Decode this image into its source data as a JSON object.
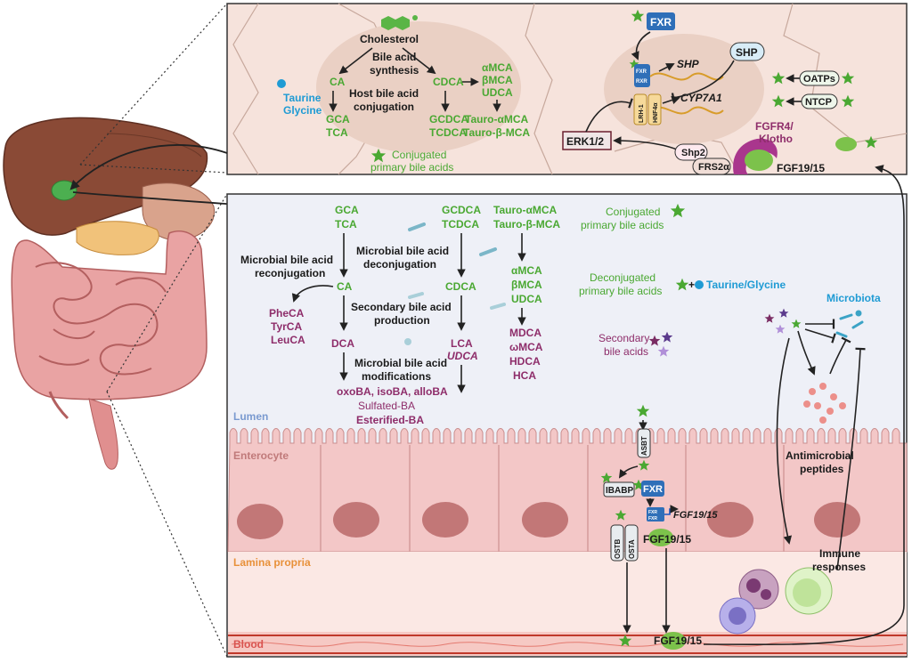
{
  "liver_panel": {
    "cholesterol": "Cholesterol",
    "synthesis": [
      "Bile acid",
      "synthesis"
    ],
    "ca": "CA",
    "cdca": "CDCA",
    "muricholic": [
      "αMCA",
      "βMCA",
      "UDCA"
    ],
    "host_conjugation": [
      "Host bile acid",
      "conjugation"
    ],
    "taurine": "Taurine",
    "glycine": "Glycine",
    "gca": "GCA",
    "tca": "TCA",
    "gcdca": "GCDCA",
    "tcdca": "TCDCA",
    "tauro_mca": [
      "Tauro-αMCA",
      "Tauro-β-MCA"
    ],
    "conjugated": [
      "Conjugated",
      "primary bile acids"
    ],
    "fxr": "FXR",
    "fxr_small": "FXR",
    "rxr_small": "RXR",
    "shp_gene": "SHP",
    "shp": "SHP",
    "lrh1": "LRH-1",
    "hnf4a": "HNF4α",
    "cyp7a1": "CYP7A1",
    "erk": "ERK1/2",
    "shp2": "Shp2",
    "frs2a": "FRS2α",
    "fgfr4": [
      "FGFR4/",
      "Klotho"
    ],
    "fgf_receptor": "FGF19/15",
    "oatps": "OATPs",
    "ntcp": "NTCP"
  },
  "gut_panel": {
    "gca": "GCA",
    "tca": "TCA",
    "gcdca": "GCDCA",
    "tcdca": "TCDCA",
    "tauro_mca": [
      "Tauro-αMCA",
      "Tauro-β-MCA"
    ],
    "deconjugation": [
      "Microbial bile acid",
      "deconjugation"
    ],
    "reconjugation": [
      "Microbial bile acid",
      "reconjugation"
    ],
    "ca": "CA",
    "cdca": "CDCA",
    "muricholic": [
      "αMCA",
      "βMCA",
      "UDCA"
    ],
    "reconjugated": [
      "PheCA",
      "TyrCA",
      "LeuCA"
    ],
    "secondary_production": [
      "Secondary bile acid",
      "production"
    ],
    "dca": "DCA",
    "lca": "LCA",
    "udca": "UDCA",
    "mdca_group": [
      "MDCA",
      "ωMCA",
      "HDCA",
      "HCA"
    ],
    "modifications": [
      "Microbial bile acid",
      "modifications"
    ],
    "modified": [
      "oxoBA, isoBA, alloBA",
      "Sulfated-BA",
      "Esterified-BA"
    ],
    "legend_conjugated": [
      "Conjugated",
      "primary bile acids"
    ],
    "legend_deconjugated": [
      "Deconjugated",
      "primary bile acids"
    ],
    "legend_plus": "+",
    "legend_taurine": "Taurine/Glycine",
    "legend_secondary": [
      "Secondary",
      "bile acids"
    ],
    "microbiota": "Microbiota",
    "lumen": "Lumen",
    "enterocyte": "Enterocyte",
    "lamina": "Lamina propria",
    "blood": "Blood",
    "asbt": "ASBT",
    "ibabp": "IBABP",
    "fxr": "FXR",
    "fxr_small": "FXR",
    "fxr_small2": "FXR",
    "fgf_gene": "FGF19/15",
    "fgf_enterocyte": "FGF19/15",
    "ostb": "OSTB",
    "osta": "OSTA",
    "fgf_blood": "FGF19/15",
    "antimicrobial": [
      "Antimicrobial",
      "peptides"
    ],
    "immune": [
      "Immune",
      "responses"
    ]
  },
  "colors": {
    "conjugated": "#4aa832",
    "secondary": "#8e2d6a",
    "taurine": "#1f9bd4",
    "lamina": "#e8913a",
    "blood": "#d9534f"
  }
}
